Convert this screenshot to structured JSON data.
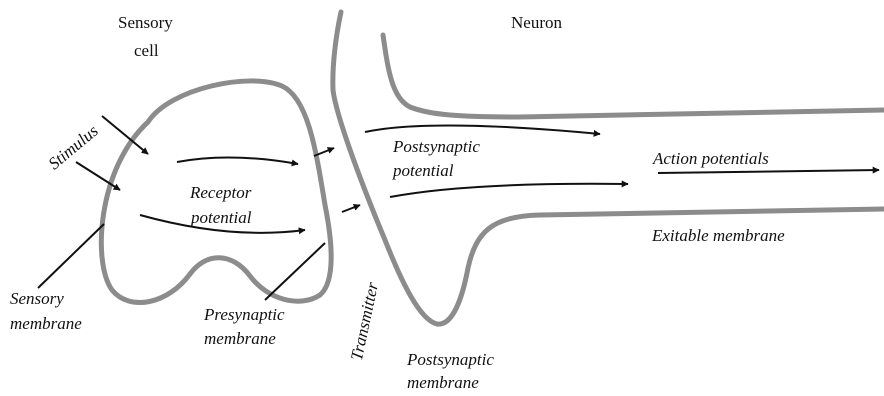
{
  "labels": {
    "sensory_cell_line1": "Sensory",
    "sensory_cell_line2": "cell",
    "neuron": "Neuron",
    "stimulus": "Stimulus",
    "receptor_potential_line1": "Receptor",
    "receptor_potential_line2": "potential",
    "postsynaptic_potential_line1": "Postsynaptic",
    "postsynaptic_potential_line2": "potential",
    "action_potentials": "Action potentials",
    "exitable_membrane": "Exitable membrane",
    "sensory_membrane_line1": "Sensory",
    "sensory_membrane_line2": "membrane",
    "presynaptic_membrane_line1": "Presynaptic",
    "presynaptic_membrane_line2": "membrane",
    "transmitter": "Transmitter",
    "postsynaptic_membrane_line1": "Postsynaptic",
    "postsynaptic_membrane_line2": "membrane"
  },
  "colors": {
    "membrane": "#8c8c8c",
    "arrow": "#111111",
    "text": "#111111"
  },
  "icons": [
    "arrow-head"
  ]
}
